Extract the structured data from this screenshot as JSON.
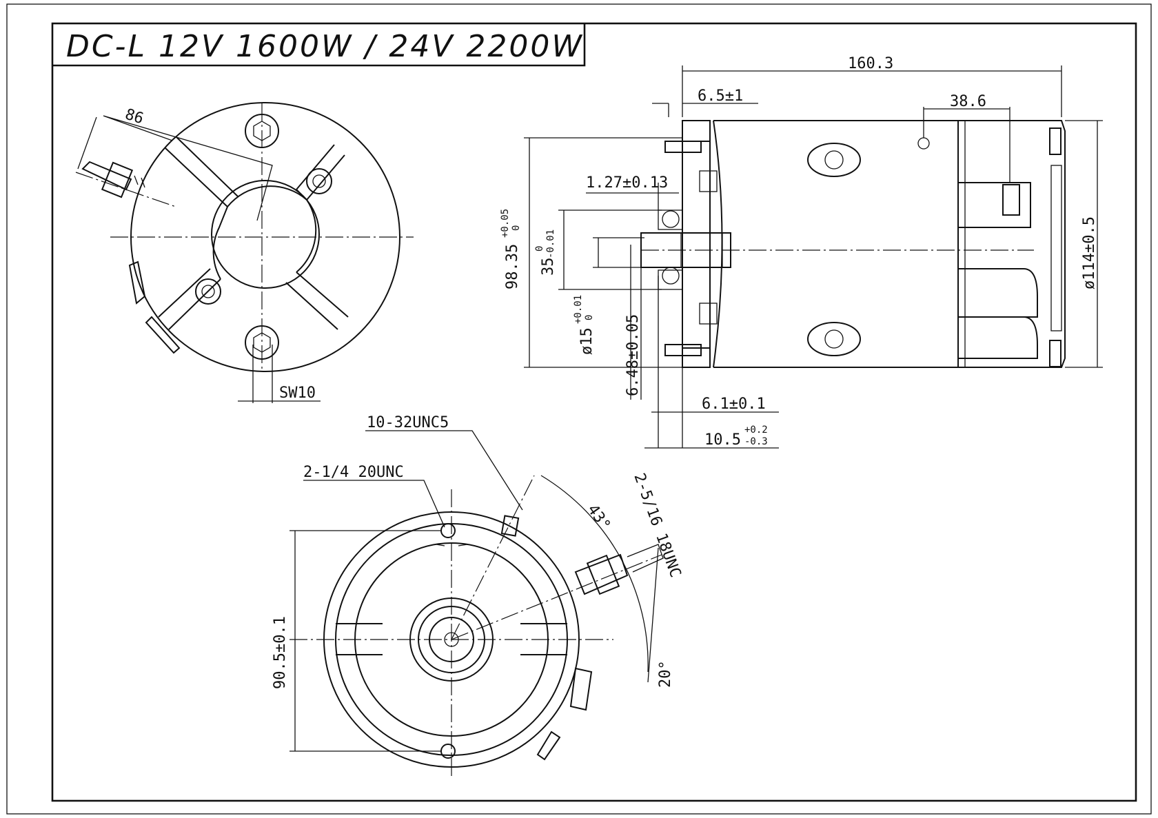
{
  "title": "DC-L 12V 1600W / 24V 2200W",
  "dims": {
    "d86": "86",
    "sw10": "SW10",
    "len": "160.3",
    "d65": "6.5±1",
    "d386": "38.6",
    "d127": "1.27±0.13",
    "d9835": "98.35",
    "d9835_tol_up": "+0.05",
    "d9835_tol_lo": "0",
    "d35": "35",
    "d35_tol_up": "0",
    "d35_tol_lo": "-0.01",
    "d15": "ø15",
    "d15_tol_up": "+0.01",
    "d15_tol_lo": "0",
    "d648": "6.48±0.05",
    "d114": "ø114±0.5",
    "d61": "6.1±0.1",
    "d105": "10.5",
    "d105_tol_up": "+0.2",
    "d105_tol_lo": "-0.3",
    "thread1032": "10-32UNC5",
    "thread14": "2-1/4 20UNC",
    "thread516": "2-5/16 18UNC",
    "ang43": "43°",
    "ang20": "20°",
    "d905": "90.5±0.1"
  }
}
